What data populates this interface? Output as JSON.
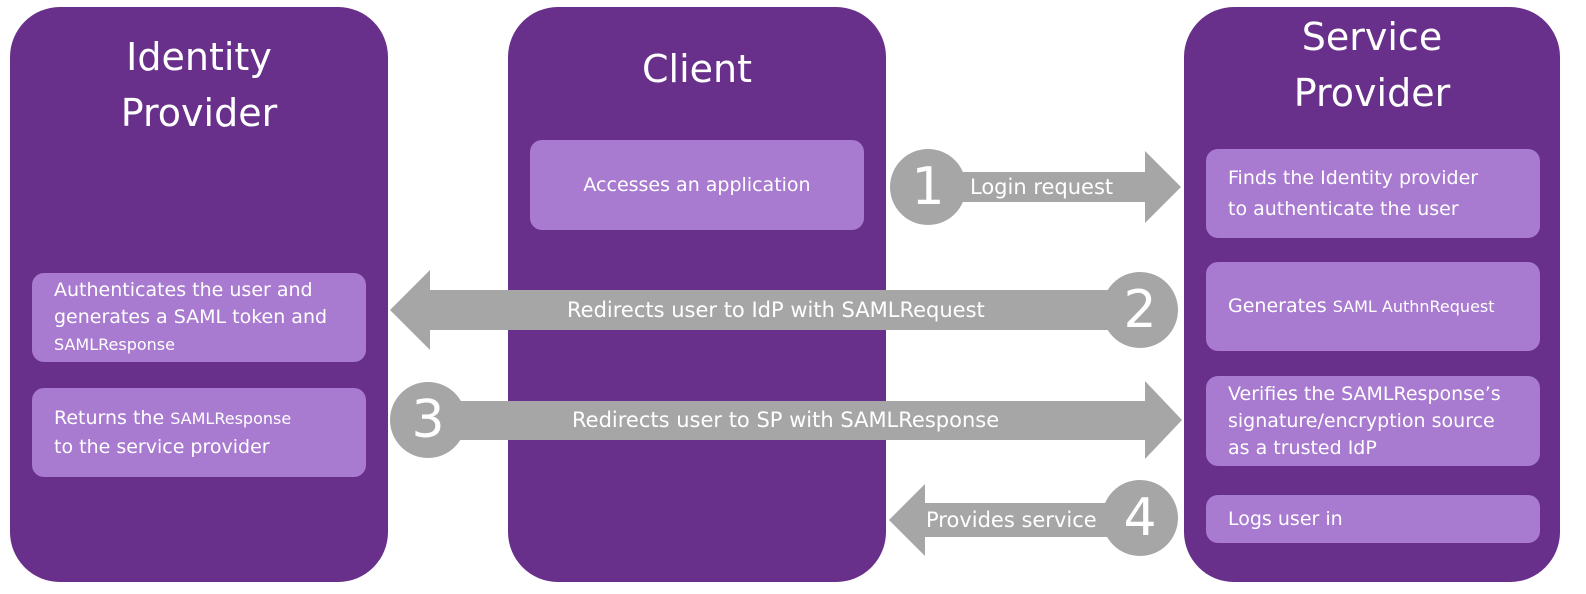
{
  "columns": {
    "idp": {
      "title_line1": "Identity",
      "title_line2": "Provider"
    },
    "client": {
      "title": "Client"
    },
    "sp": {
      "title_line1": "Service",
      "title_line2": "Provider"
    }
  },
  "client_boxes": {
    "access": "Accesses an application"
  },
  "idp_boxes": {
    "auth_line1": "Authenticates the user and",
    "auth_line2": "generates a SAML token and",
    "auth_line3": "SAMLResponse",
    "return_line1_a": "Returns the ",
    "return_line1_b": "SAMLResponse",
    "return_line2": "to the service provider"
  },
  "sp_boxes": {
    "find_line1": "Finds the Identity provider",
    "find_line2": "to authenticate the user",
    "gen_a": "Generates ",
    "gen_b": "SAML AuthnRequest",
    "verify_line1": "Verifies the SAMLResponse’s",
    "verify_line2": "signature/encryption source",
    "verify_line3": "as a trusted IdP",
    "logs": "Logs user in"
  },
  "steps": [
    {
      "number": "1",
      "label": "Login request"
    },
    {
      "number": "2",
      "label": "Redirects user to IdP with SAMLRequest"
    },
    {
      "number": "3",
      "label": "Redirects user to SP with SAMLResponse"
    },
    {
      "number": "4",
      "label": "Provides service"
    }
  ],
  "colors": {
    "column": "#68308a",
    "box": "#a87ad0",
    "arrow": "#a6a6a6"
  }
}
